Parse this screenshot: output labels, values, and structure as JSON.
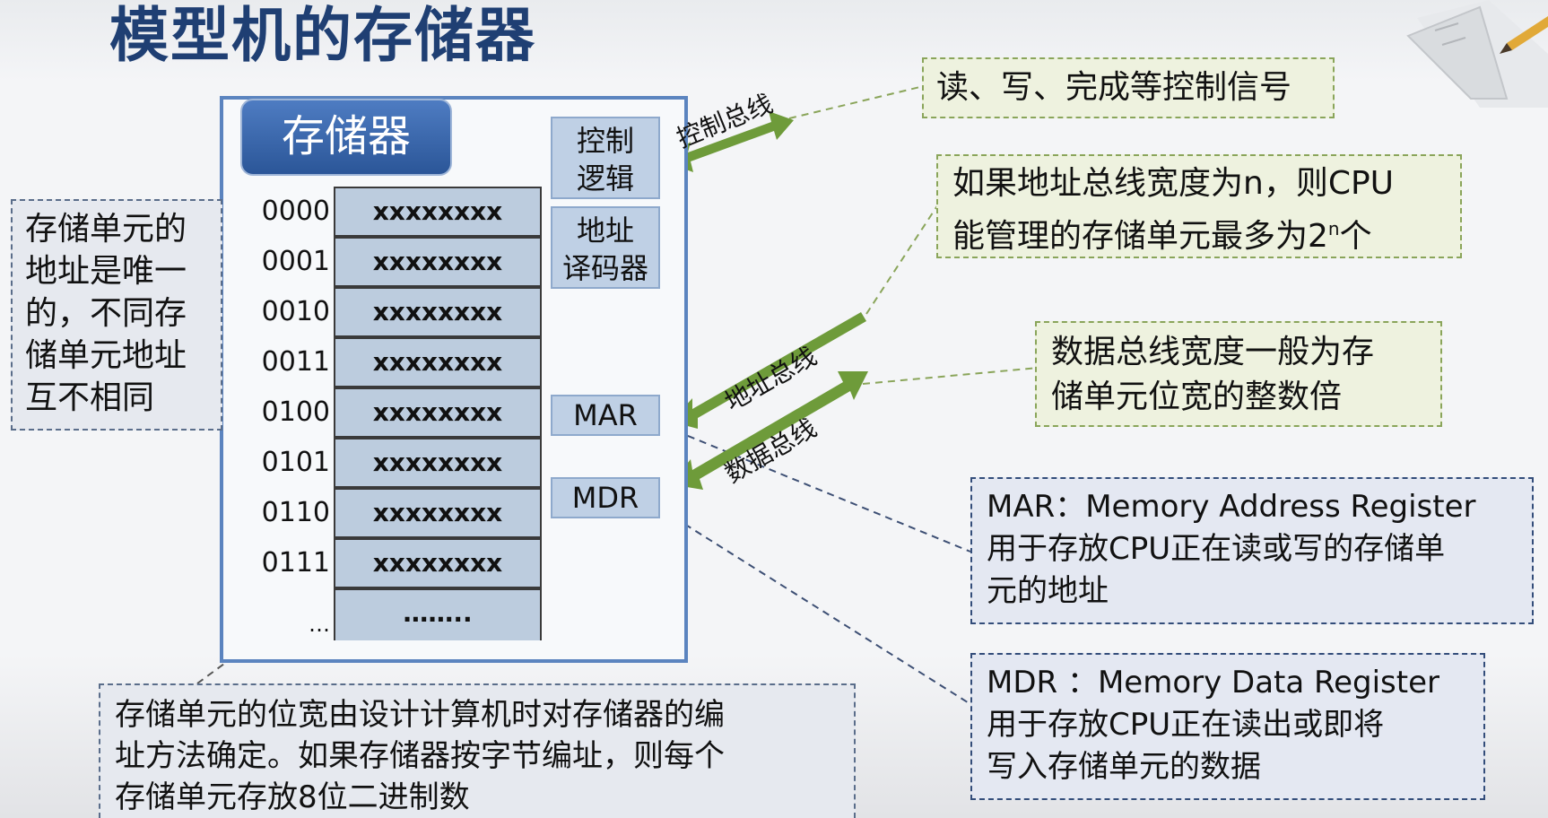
{
  "title": "模型机的存储器",
  "memory": {
    "label": "存储器",
    "rows": [
      {
        "addr": "0000",
        "value": "xxxxxxxx"
      },
      {
        "addr": "0001",
        "value": "xxxxxxxx"
      },
      {
        "addr": "0010",
        "value": "xxxxxxxx"
      },
      {
        "addr": "0011",
        "value": "xxxxxxxx"
      },
      {
        "addr": "0100",
        "value": "xxxxxxxx"
      },
      {
        "addr": "0101",
        "value": "xxxxxxxx"
      },
      {
        "addr": "0110",
        "value": "xxxxxxxx"
      },
      {
        "addr": "0111",
        "value": "xxxxxxxx"
      }
    ],
    "last_addr": "…",
    "last_value": "……..",
    "control_logic": [
      "控制",
      "逻辑"
    ],
    "address_decoder": [
      "地址",
      "译码器"
    ],
    "mar": "MAR",
    "mdr": "MDR"
  },
  "buses": {
    "control": "控制总线",
    "address": "地址总线",
    "data": "数据总线"
  },
  "notes": {
    "control_signals": "读、写、完成等控制信号",
    "address_width_line1": "如果地址总线宽度为n，则CPU",
    "address_width_line2": "能管理的存储单元最多为2",
    "address_width_sup": "n",
    "address_width_tail": "个",
    "data_width": [
      "数据总线宽度一般为存",
      "储单元位宽的整数倍"
    ],
    "unique_addr": [
      "存储单元的",
      "地址是唯一",
      "的，不同存",
      "储单元地址",
      "互不相同"
    ],
    "mar_desc": [
      "MAR：Memory Address Register",
      "用于存放CPU正在读或写的存储单",
      "元的地址"
    ],
    "mdr_desc": [
      "MDR ：Memory Data Register",
      "用于存放CPU正在读出或即将",
      "写入存储单元的数据"
    ],
    "bit_width": [
      "存储单元的位宽由设计计算机时对存储器的编",
      "址方法确定。如果存储器按字节编址，则每个",
      "存储单元存放8位二进制数"
    ]
  },
  "colors": {
    "title": "#1f3f73",
    "frame": "#5b84bf",
    "cell": "#bcccde",
    "bus_arrow": "#6e9b3a"
  }
}
